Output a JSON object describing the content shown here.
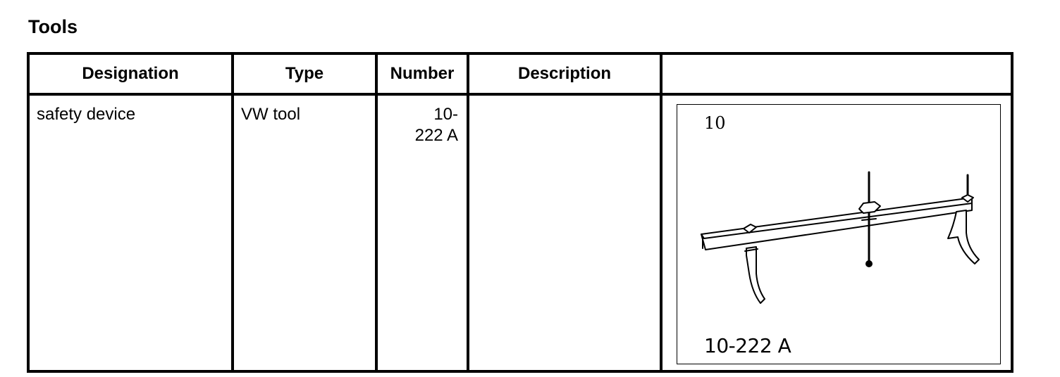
{
  "page": {
    "title": "Tools"
  },
  "table": {
    "columns": [
      "Designation",
      "Type",
      "Number",
      "Description",
      ""
    ],
    "row": {
      "designation": "safety device",
      "type": "VW tool",
      "number_line1": "10-",
      "number_line2": "222 A",
      "description": ""
    }
  },
  "illustration": {
    "group_label": "10",
    "tool_label": "10-222 A",
    "icon": "safety-device-bar-drawing"
  }
}
